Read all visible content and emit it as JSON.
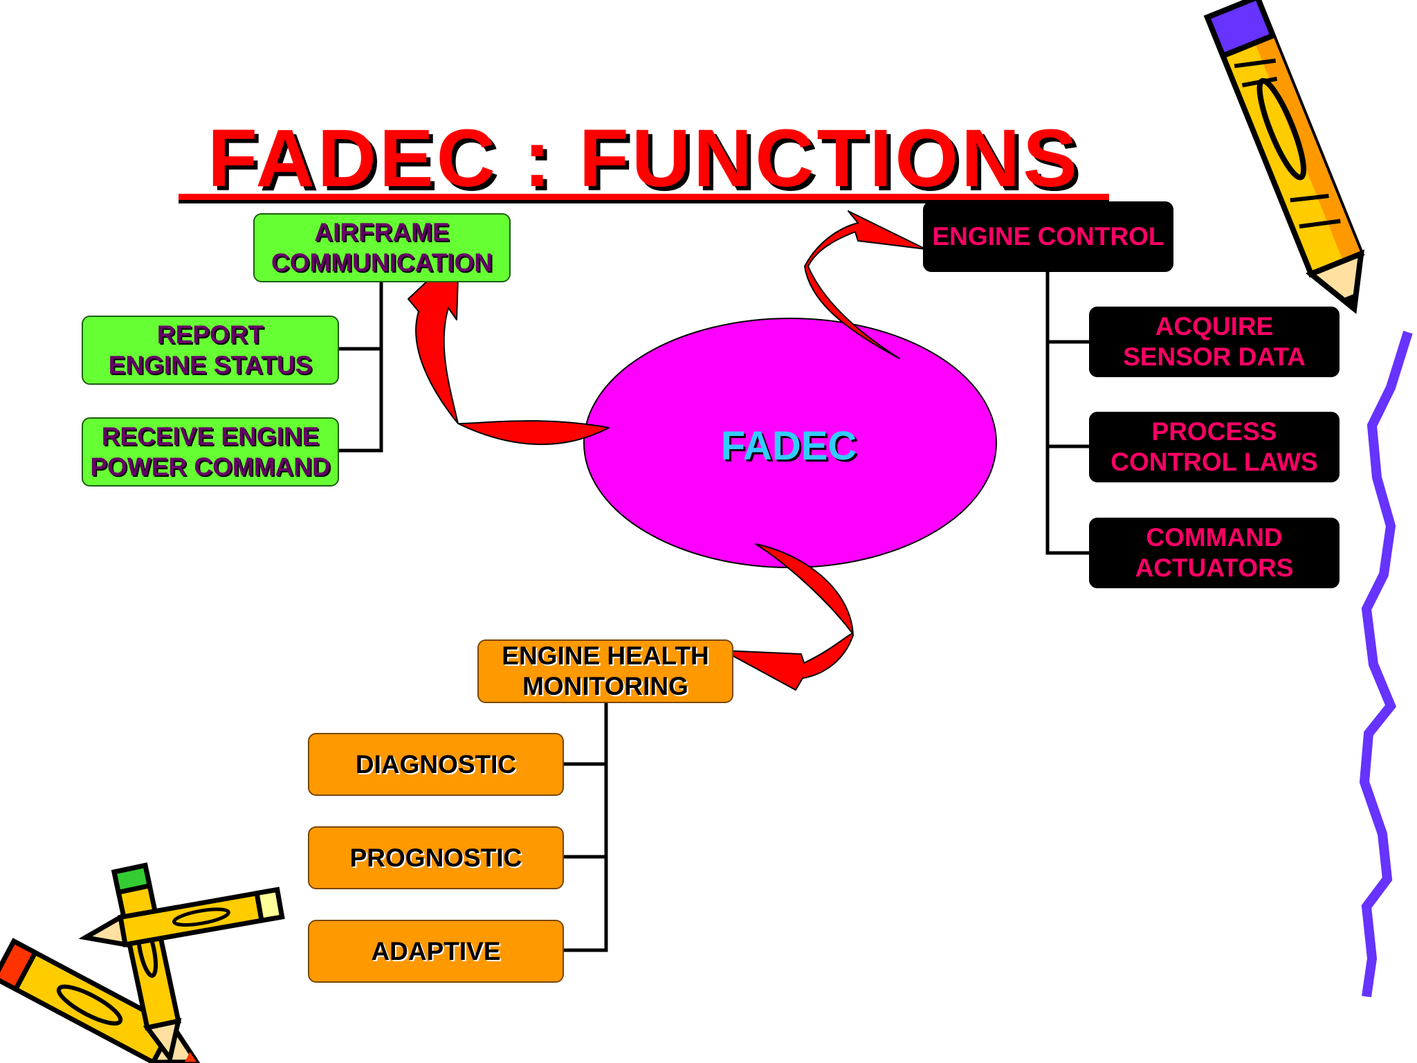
{
  "title": "FADEC : FUNCTIONS",
  "center": {
    "label": "FADEC"
  },
  "airframe": {
    "heading": [
      "AIRFRAME",
      "COMMUNICATION"
    ],
    "items": [
      [
        "REPORT",
        "ENGINE STATUS"
      ],
      [
        "RECEIVE ENGINE",
        "POWER COMMAND"
      ]
    ]
  },
  "engine_control": {
    "heading": [
      "ENGINE CONTROL"
    ],
    "items": [
      [
        "ACQUIRE",
        "SENSOR DATA"
      ],
      [
        "PROCESS",
        "CONTROL LAWS"
      ],
      [
        "COMMAND",
        "ACTUATORS"
      ]
    ]
  },
  "health": {
    "heading": [
      "ENGINE HEALTH",
      "MONITORING"
    ],
    "items": [
      [
        "DIAGNOSTIC"
      ],
      [
        "PROGNOSTIC"
      ],
      [
        "ADAPTIVE"
      ]
    ]
  },
  "colors": {
    "title": "#ff0000",
    "fadec_ellipse": "#ff00ff",
    "fadec_text": "#33ccff",
    "arrow": "#ff0000",
    "airframe_box": "#66ff33",
    "airframe_text": "#660066",
    "control_box": "#000000",
    "control_text": "#ff0066",
    "health_box": "#ff9900",
    "squiggle": "#6633ff"
  },
  "icons": [
    "pencil-icon",
    "crayon-icon",
    "squiggle-line"
  ]
}
